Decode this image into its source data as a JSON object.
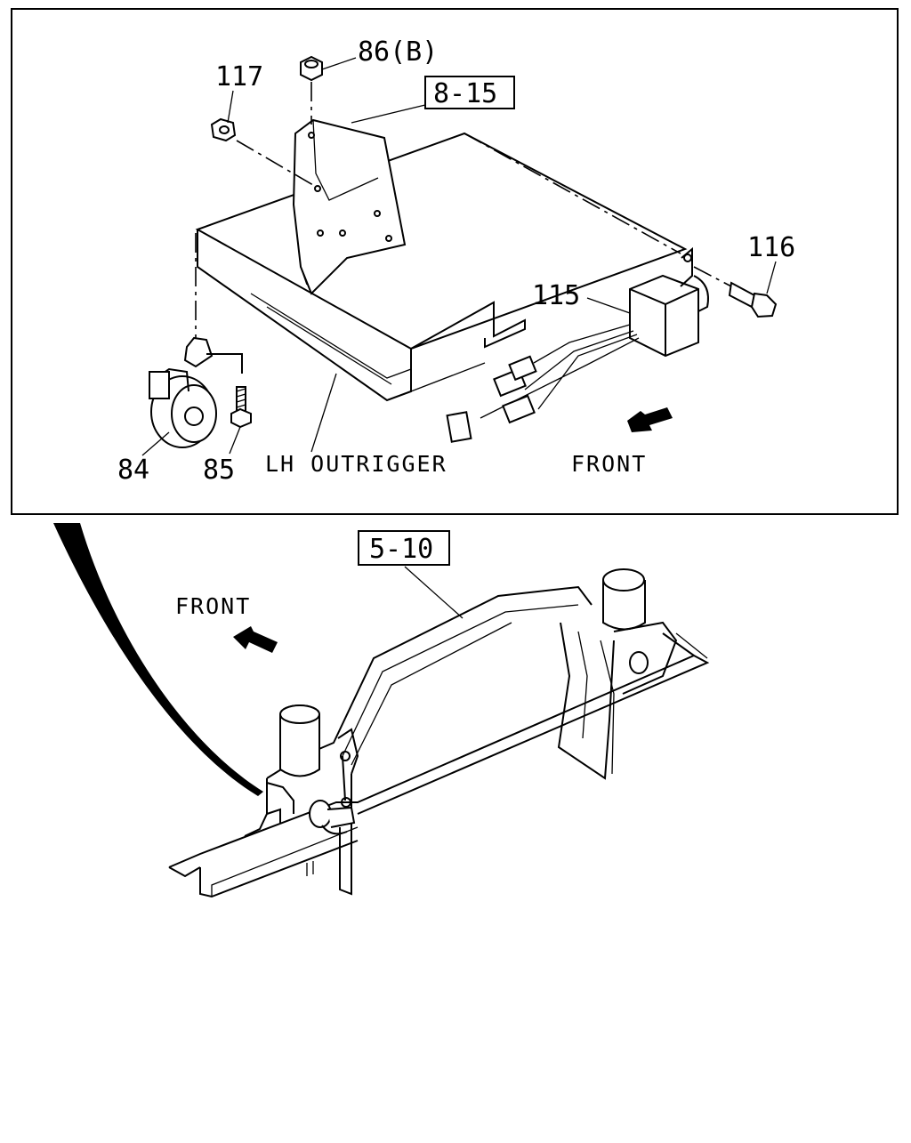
{
  "diagram": {
    "detail_labels": {
      "part_86b": "86(B)",
      "part_117": "117",
      "ref_8_15": "8-15",
      "part_116": "116",
      "part_115": "115",
      "part_84": "84",
      "part_85": "85",
      "lh_outrigger": "LH OUTRIGGER",
      "front_detail": "FRONT"
    },
    "overview_labels": {
      "ref_5_10": "5-10",
      "front_overview": "FRONT"
    },
    "colors": {
      "line": "#000000",
      "background": "#ffffff"
    }
  }
}
